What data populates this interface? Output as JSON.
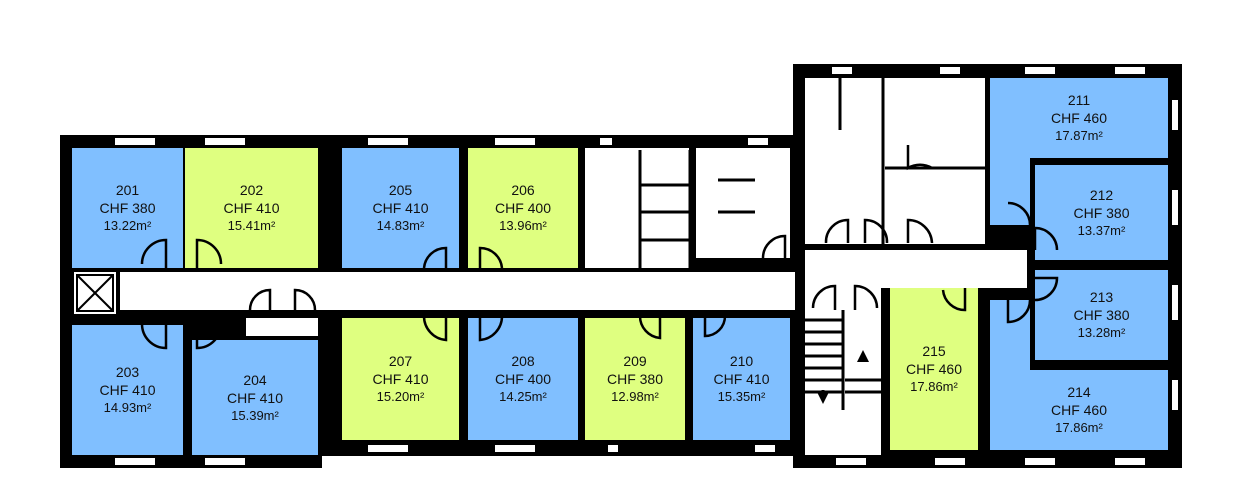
{
  "colors": {
    "blue": "#80bfff",
    "green": "#dfff80",
    "wall": "#000000"
  },
  "rooms": [
    {
      "number": "201",
      "price": "CHF 380",
      "area": "13.22m²"
    },
    {
      "number": "202",
      "price": "CHF 410",
      "area": "15.41m²"
    },
    {
      "number": "203",
      "price": "CHF 410",
      "area": "14.93m²"
    },
    {
      "number": "204",
      "price": "CHF 410",
      "area": "15.39m²"
    },
    {
      "number": "205",
      "price": "CHF 410",
      "area": "14.83m²"
    },
    {
      "number": "206",
      "price": "CHF 400",
      "area": "13.96m²"
    },
    {
      "number": "207",
      "price": "CHF 410",
      "area": "15.20m²"
    },
    {
      "number": "208",
      "price": "CHF 400",
      "area": "14.25m²"
    },
    {
      "number": "209",
      "price": "CHF 380",
      "area": "12.98m²"
    },
    {
      "number": "210",
      "price": "CHF 410",
      "area": "15.35m²"
    },
    {
      "number": "211",
      "price": "CHF 460",
      "area": "17.87m²"
    },
    {
      "number": "212",
      "price": "CHF 380",
      "area": "13.37m²"
    },
    {
      "number": "213",
      "price": "CHF 380",
      "area": "13.28m²"
    },
    {
      "number": "214",
      "price": "CHF 460",
      "area": "17.86m²"
    },
    {
      "number": "215",
      "price": "CHF 460",
      "area": "17.86m²"
    }
  ]
}
